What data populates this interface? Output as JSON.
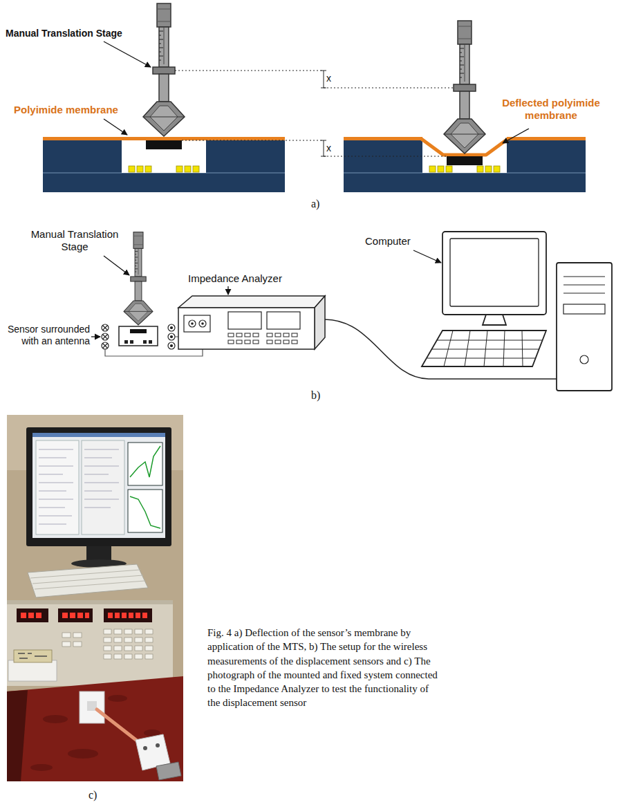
{
  "diagram": {
    "caption": "Fig. 4 a) Deflection of the sensor’s membrane by application of the MTS, b) The setup for the wireless measurements of the displacement sensors and c) The photograph of the mounted and fixed system connected to the Impedance Analyzer to test the functionality of the displacement sensor",
    "labels": [
      "Manual Translation Stage",
      "x",
      "Polyimide membrane",
      "x",
      "Deflected polyimide membrane",
      "a)",
      "Manual Translation Stage",
      "Computer",
      "Impedance Analyzer",
      "Sensor surrounded with an antenna",
      "b)",
      "c)"
    ]
  }
}
